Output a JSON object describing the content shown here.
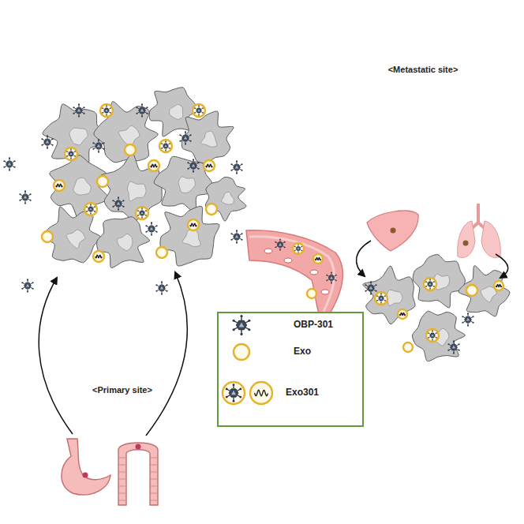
{
  "diagram": {
    "labels": [
      "<Primary site>",
      "<Metastatic site>"
    ],
    "legend": [
      {
        "text": "OBP-301"
      },
      {
        "text": "Exo"
      },
      {
        "text": "Exo301"
      }
    ]
  }
}
